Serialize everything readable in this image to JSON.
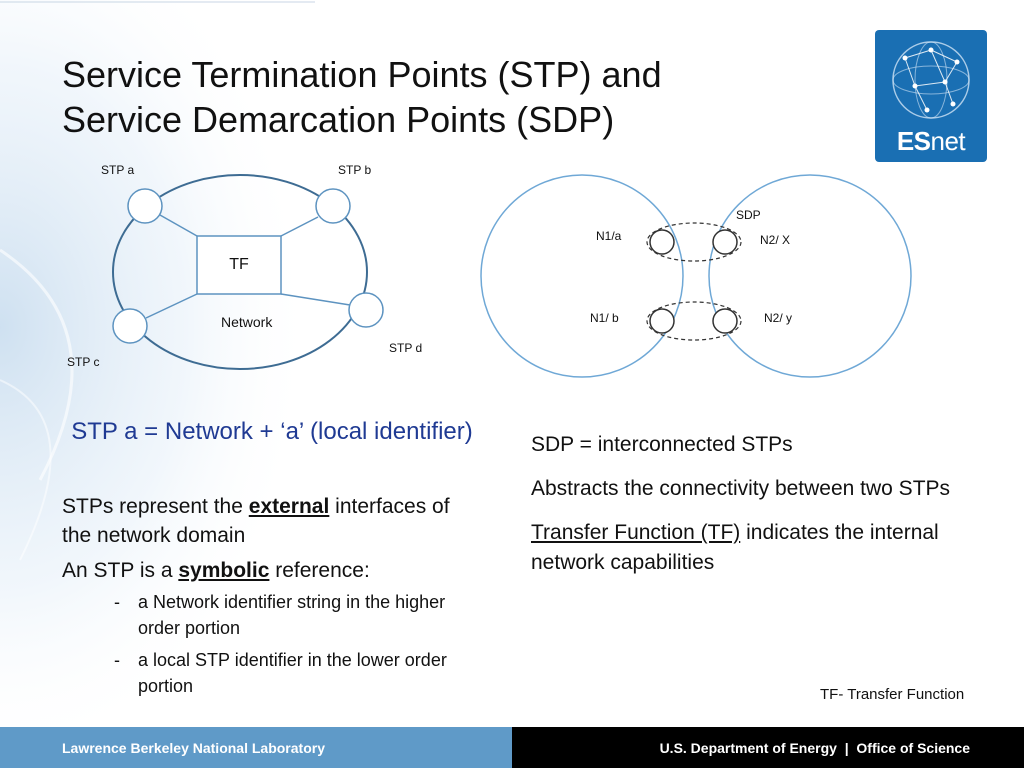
{
  "title": {
    "line1": "Service Termination Points (STP) and",
    "line2": "Service Demarcation Points (SDP)"
  },
  "logo": {
    "icon": "globe-network-icon",
    "text_bold": "ES",
    "text_regular": "net",
    "color": "#1a6fb3"
  },
  "left_diagram": {
    "stp_a": "STP a",
    "stp_b": "STP b",
    "stp_c": "STP c",
    "stp_d": "STP d",
    "tf": "TF",
    "network": "Network"
  },
  "right_diagram": {
    "sdp": "SDP",
    "n1a": "N1/a",
    "n2x": "N2/ X",
    "n1b": "N1/ b",
    "n2y": "N2/ y"
  },
  "stp_heading": "STP a = Network + ‘a’ (local identifier)",
  "left_text": {
    "p1_before": "STPs represent the ",
    "p1_emph": "external",
    "p1_after": " interfaces of the network domain",
    "p2_before": "An STP is a ",
    "p2_emph": "symbolic",
    "p2_after": " reference:",
    "bullets": [
      "a Network identifier string in the higher order portion",
      "a local STP identifier in the lower order portion"
    ],
    "bullet_marker": "-"
  },
  "right_text": {
    "p1": "SDP = interconnected STPs",
    "p2": "Abstracts the connectivity between two STPs",
    "p3_link": "Transfer Function (TF)",
    "p3_after": " indicates the internal network capabilities"
  },
  "tf_note": "TF- Transfer Function",
  "footer": {
    "left": "Lawrence Berkeley National Laboratory",
    "right": "U.S. Department of Energy  |  Office of Science",
    "left_color": "#5f9ac8",
    "right_color": "#000000"
  }
}
